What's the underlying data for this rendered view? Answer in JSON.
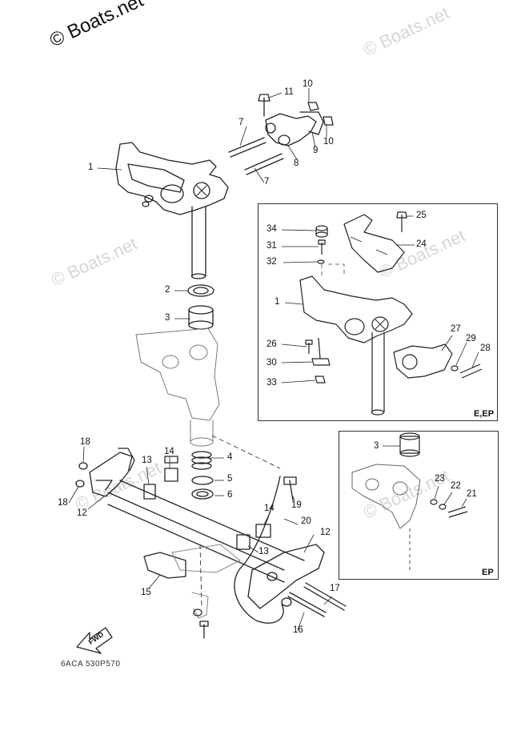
{
  "watermarks": {
    "main": "© Boats.net",
    "faint": "© Boats.net"
  },
  "callouts": [
    "1",
    "2",
    "3",
    "4",
    "5",
    "6",
    "7",
    "7",
    "8",
    "9",
    "10",
    "10",
    "11",
    "12",
    "12",
    "13",
    "13",
    "14",
    "14",
    "15",
    "16",
    "17",
    "18",
    "18",
    "19",
    "20"
  ],
  "inset_ee": {
    "tag": "E,EP",
    "callouts": [
      "34",
      "31",
      "32",
      "1",
      "26",
      "30",
      "33",
      "25",
      "24",
      "27",
      "29",
      "28"
    ]
  },
  "inset_ep": {
    "tag": "EP",
    "callouts": [
      "3",
      "23",
      "22",
      "21"
    ]
  },
  "direction_label": "FWD",
  "catalog_code": "6ACA 530P570",
  "colors": {
    "line": "#222222",
    "background": "#ffffff",
    "watermark": "#d6d6d6"
  }
}
